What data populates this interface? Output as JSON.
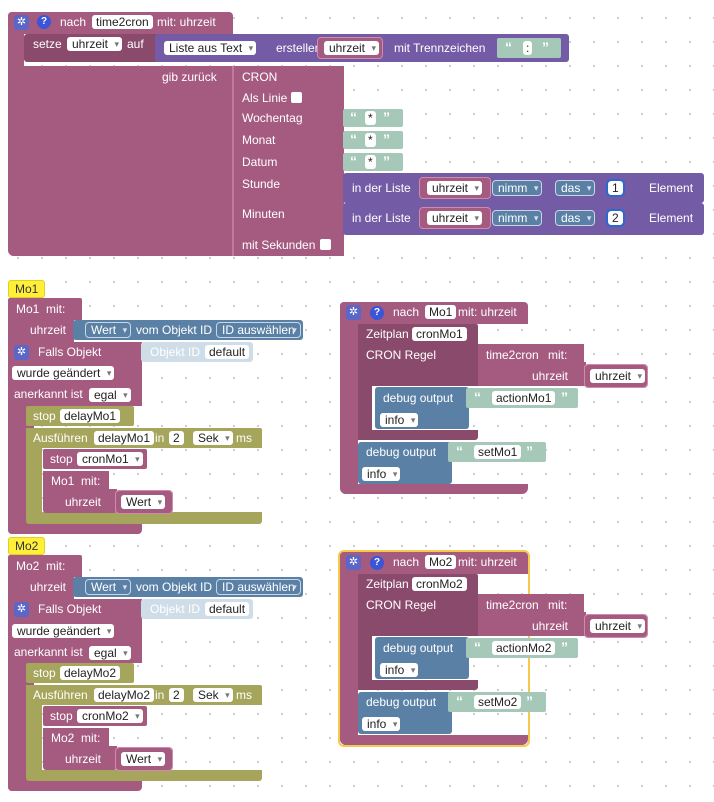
{
  "func1": {
    "header_prefix": "nach",
    "name": "time2cron",
    "mit": "mit: uhrzeit",
    "setze": "setze",
    "var_uhrzeit": "uhrzeit",
    "auf": "auf",
    "list_mode": "Liste aus Text",
    "erstellen": "erstellen",
    "list_var": "uhrzeit",
    "mit_trenn": "mit Trennzeichen",
    "sep": ":",
    "gib_zurueck": "gib zurück",
    "cron": "CRON",
    "als_linie": "Als Linie",
    "wochentag": "Wochentag",
    "monat": "Monat",
    "datum": "Datum",
    "star": "*",
    "stunde": "Stunde",
    "minuten": "Minuten",
    "mit_sekunden": "mit Sekunden",
    "in_der_liste": "in der Liste",
    "list_get_var": "uhrzeit",
    "nimm": "nimm",
    "das": "das",
    "idx1": "1",
    "idx2": "2",
    "element": "Element"
  },
  "group1": {
    "label": "Mo1",
    "func_name": "Mo1",
    "mit": "mit:",
    "param": "uhrzeit",
    "wert": "Wert",
    "vom_objekt": "vom Objekt ID",
    "id_waehlen": "ID auswählen",
    "falls_objekt": "Falls Objekt",
    "objekt_id": "Objekt ID",
    "default": "default",
    "wurde_geaendert": "wurde geändert",
    "anerkannt_ist": "anerkannt ist",
    "egal": "egal",
    "stop": "stop",
    "delay_name": "delayMo1",
    "ausfuehren": "Ausführen",
    "in": "in",
    "delay_val": "2",
    "sek": "Sek",
    "ms": "ms",
    "stop_cron": "cronMo1",
    "call_name": "Mo1",
    "call_mit": "mit:",
    "call_param": "uhrzeit",
    "call_value": "Wert"
  },
  "group2": {
    "label": "Mo2",
    "func_name": "Mo2",
    "mit": "mit:",
    "param": "uhrzeit",
    "wert": "Wert",
    "vom_objekt": "vom Objekt ID",
    "id_waehlen": "ID auswählen",
    "falls_objekt": "Falls Objekt",
    "objekt_id": "Objekt ID",
    "default": "default",
    "wurde_geaendert": "wurde geändert",
    "anerkannt_ist": "anerkannt ist",
    "egal": "egal",
    "stop": "stop",
    "delay_name": "delayMo2",
    "ausfuehren": "Ausführen",
    "in": "in",
    "delay_val": "2",
    "sek": "Sek",
    "ms": "ms",
    "stop_cron": "cronMo2",
    "call_name": "Mo2",
    "call_mit": "mit:",
    "call_param": "uhrzeit",
    "call_value": "Wert"
  },
  "func2": {
    "header_prefix": "nach",
    "name": "Mo1",
    "mit": "mit: uhrzeit",
    "zeitplan": "Zeitplan",
    "cron_name": "cronMo1",
    "cron_regel": "CRON Regel",
    "call": "time2cron",
    "call_mit": "mit:",
    "call_param": "uhrzeit",
    "call_var": "uhrzeit",
    "debug": "debug output",
    "action_text": "actionMo1",
    "level": "info",
    "set_text": "setMo1"
  },
  "func3": {
    "header_prefix": "nach",
    "name": "Mo2",
    "mit": "mit: uhrzeit",
    "zeitplan": "Zeitplan",
    "cron_name": "cronMo2",
    "cron_regel": "CRON Regel",
    "call": "time2cron",
    "call_mit": "mit:",
    "call_param": "uhrzeit",
    "call_var": "uhrzeit",
    "debug": "debug output",
    "action_text": "actionMo2",
    "level": "info",
    "set_text": "setMo2"
  },
  "colors": {
    "procedure": "#a55b80",
    "list": "#745ba5",
    "text": "#a5c8b8",
    "debug": "#5b80a5",
    "timeout": "#a5a55b",
    "comment": "#ffef3a",
    "selection": "#f7c948"
  }
}
